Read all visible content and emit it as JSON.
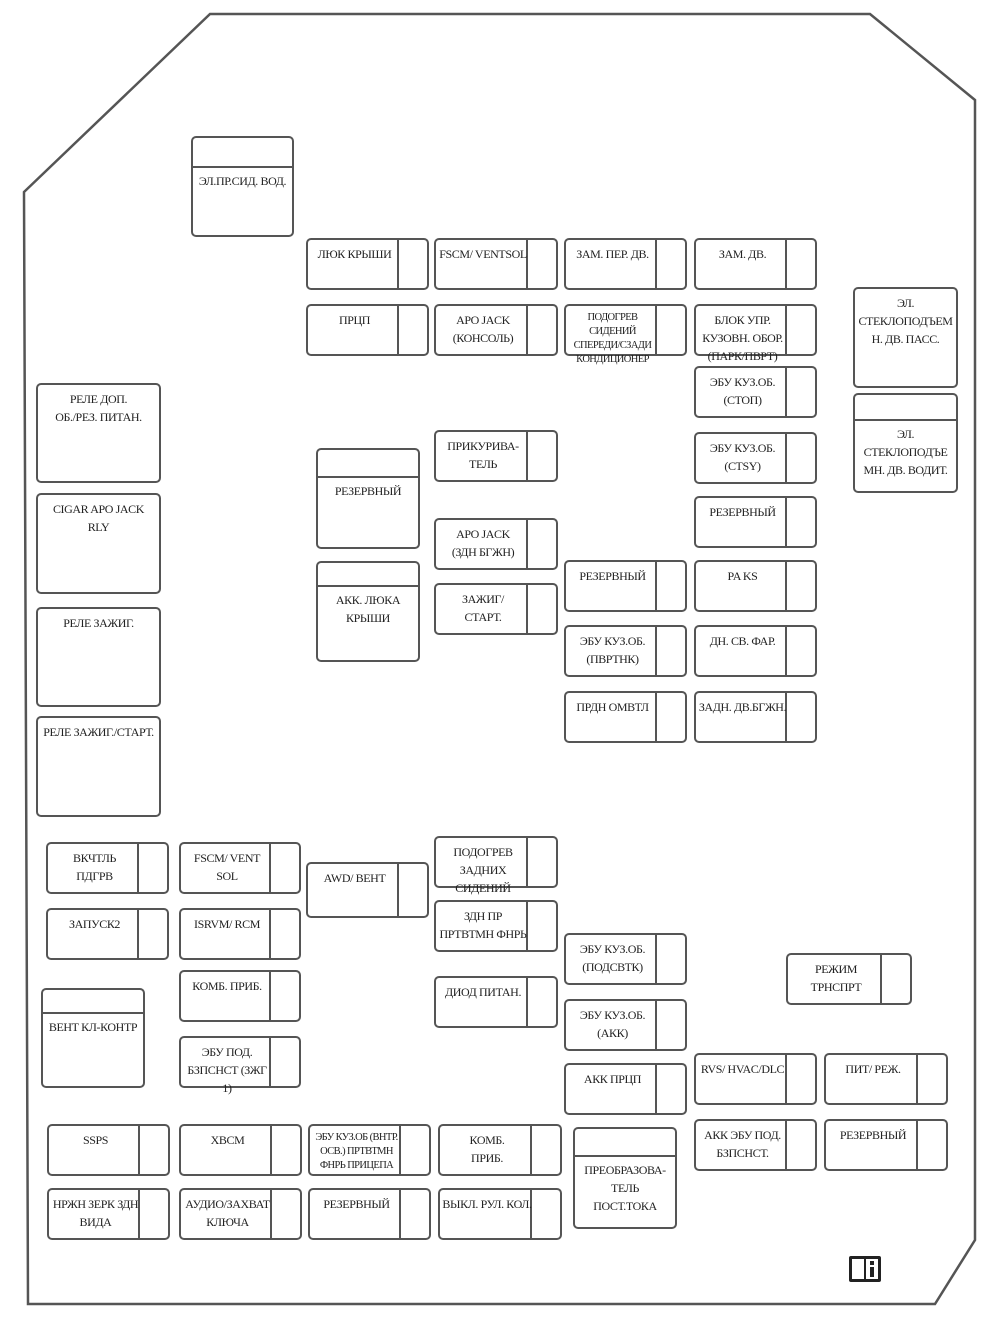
{
  "fuse_box": {
    "fuses": [
      {
        "id": "el-pr-sid-vod",
        "label": "ЭЛ.ПР.СИД. ВОД."
      },
      {
        "id": "lyuk-kryshi",
        "label": "ЛЮК КРЫШИ"
      },
      {
        "id": "fscm-ventsol-top",
        "label": "FSCM/ VENTSOL"
      },
      {
        "id": "zam-per-dv",
        "label": "ЗАМ. ПЕР. ДВ."
      },
      {
        "id": "zam-dv",
        "label": "ЗАМ. ДВ."
      },
      {
        "id": "prcp-top",
        "label": "ПРЦП"
      },
      {
        "id": "apo-jack-konsol",
        "label": "APO JACK\n(КОНСОЛЬ)"
      },
      {
        "id": "podogrev-sideniy",
        "label": "ПОДОГРЕВ СИДЕНИЙ\nСПЕРЕДИ/СЗАДИ\nКОНДИЦИОНЕР"
      },
      {
        "id": "blok-upr",
        "label": "БЛОК УПР.\nКУЗОВН. ОБОР.\n(ПАРК/ПВРТ)"
      },
      {
        "id": "el-steklopod-pass",
        "label": "ЭЛ.\nСТЕКЛОПОДЪЕМ\nН. ДВ. ПАСС."
      },
      {
        "id": "ebu-kuz-stop",
        "label": "ЭБУ КУЗ.ОБ.\n(СТОП)"
      },
      {
        "id": "rele-dop",
        "label": "РЕЛЕ ДОП.\nОБ./РЕЗ. ПИТАН."
      },
      {
        "id": "el-steklopod-vodit",
        "label": "ЭЛ.\nСТЕКЛОПОДЪЕ\nМН. ДВ. ВОДИТ."
      },
      {
        "id": "prikurivatel",
        "label": "ПРИКУРИВА-\nТЕЛЬ"
      },
      {
        "id": "ebu-kuz-ctsy",
        "label": "ЭБУ КУЗ.ОБ.\n(CTSY)"
      },
      {
        "id": "rezervny-mid",
        "label": "РЕЗЕРВНЫЙ"
      },
      {
        "id": "cigar-apo-jack",
        "label": "CIGAR APO JACK\nRLY"
      },
      {
        "id": "rezervny-right1",
        "label": "РЕЗЕРВНЫЙ"
      },
      {
        "id": "apo-jack-zdn",
        "label": "APO JACK\n(ЗДН БГЖН)"
      },
      {
        "id": "rezervny-center",
        "label": "РЕЗЕРВНЫЙ"
      },
      {
        "id": "pa-ks",
        "label": "PA KS"
      },
      {
        "id": "akk-lyuka",
        "label": "АКК. ЛЮКА\nКРЫШИ"
      },
      {
        "id": "zazhig-start",
        "label": "ЗАЖИГ/\nСТАРТ."
      },
      {
        "id": "rele-zazhig",
        "label": "РЕЛЕ ЗАЖИГ."
      },
      {
        "id": "ebu-kuz-pvrtnk",
        "label": "ЭБУ КУЗ.ОБ.\n(ПВРТНК)"
      },
      {
        "id": "dn-sv-far",
        "label": "ДН. СВ. ФАР."
      },
      {
        "id": "prdn-omvtl",
        "label": "ПРДН ОМВТЛ"
      },
      {
        "id": "zadn-dv-bgzh",
        "label": "ЗАДН. ДВ.БГЖН."
      },
      {
        "id": "rele-zazhig-start",
        "label": "РЕЛЕ ЗАЖИГ./СТАРТ."
      },
      {
        "id": "vkchtl-pdgrv",
        "label": "ВКЧТЛЬ\nПДГРВ"
      },
      {
        "id": "fscm-vent-sol",
        "label": "FSCM/ VENT\nSOL"
      },
      {
        "id": "awd-vent",
        "label": "AWD/ ВЕНТ"
      },
      {
        "id": "podogrev-zadnih",
        "label": "ПОДОГРЕВ\nЗАДНИХ\nСИДЕНИЙ"
      },
      {
        "id": "zapusk2",
        "label": "ЗАПУСК2"
      },
      {
        "id": "isrvm-rcm",
        "label": "ISRVM/ RCM"
      },
      {
        "id": "zdn-pr-prtvtmn",
        "label": "ЗДН ПР\nПРТВТМН ФНРЬ"
      },
      {
        "id": "ebu-kuz-podsvtk",
        "label": "ЭБУ КУЗ.ОБ.\n(ПОДСВТК)"
      },
      {
        "id": "rezhim-trnsprt",
        "label": "РЕЖИМ\nТРНСПРТ"
      },
      {
        "id": "komb-prib-left",
        "label": "КОМБ. ПРИБ."
      },
      {
        "id": "diod-pitan",
        "label": "ДИОД ПИТАН."
      },
      {
        "id": "vent-kl-kontr",
        "label": "ВЕНТ КЛ-КОНТР"
      },
      {
        "id": "ebu-kuz-akk",
        "label": "ЭБУ КУЗ.ОБ.\n(АКК)"
      },
      {
        "id": "ebu-pod-bzpsnst",
        "label": "ЭБУ ПОД.\nБЗПСНСТ (ЗЖГ 1)"
      },
      {
        "id": "akk-prcp",
        "label": "АКК ПРЦП"
      },
      {
        "id": "rvs-hvac-dlc",
        "label": "RVS/ HVAC/DLC"
      },
      {
        "id": "pit-rezh",
        "label": "ПИТ/ РЕЖ."
      },
      {
        "id": "ssps",
        "label": "SSPS"
      },
      {
        "id": "xbcm",
        "label": "XBCM"
      },
      {
        "id": "ebu-kuz-vntr",
        "label": "ЭБУ КУЗ.ОБ (ВНТР.\nОСВ.) ПРТВТМН\nФНРЬ ПРИЦЕПА"
      },
      {
        "id": "komb-prib-bottom",
        "label": "КОМБ.\nПРИБ."
      },
      {
        "id": "akk-ebu-pod",
        "label": "АКК ЭБУ ПОД.\nБЗПСНСТ."
      },
      {
        "id": "rezervny-br",
        "label": "РЕЗЕРВНЫЙ"
      },
      {
        "id": "preobrazovatel",
        "label": "ПРЕОБРАЗОВА-\nТЕЛЬ\nПОСТ.ТОКА"
      },
      {
        "id": "nrzh-zerk",
        "label": "НРЖН ЗЕРК ЗДН\nВИДА"
      },
      {
        "id": "audio-zahvat",
        "label": "АУДИО/ЗАХВАТ\nКЛЮЧА"
      },
      {
        "id": "rezervny-bottom",
        "label": "РЕЗЕРВНЫЙ"
      },
      {
        "id": "vykl-rul-kol",
        "label": "ВЫКЛ. РУЛ. КОЛ."
      }
    ]
  }
}
